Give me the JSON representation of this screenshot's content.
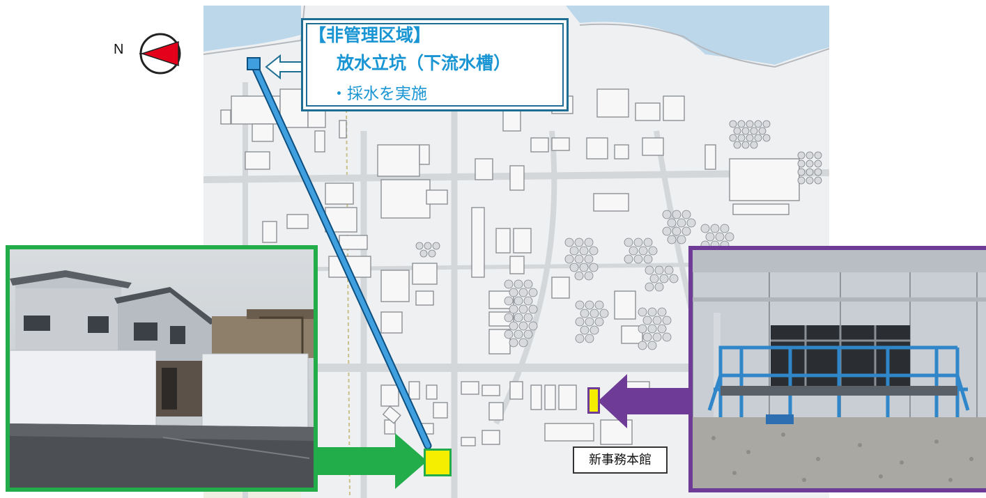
{
  "compass": {
    "label": "N"
  },
  "callout": {
    "line1": "【非管理区域】",
    "line2": "放水立坑（下流水槽）",
    "line3": "・採水を実施"
  },
  "building_label": "新事務本館",
  "colors": {
    "callout_text": "#1a95d3",
    "callout_border": "#1e6e93",
    "green_arrow": "#22ad4a",
    "purple_arrow": "#6e3b96",
    "marker_yellow": "#f6ee00",
    "blue_arrow": "#3f9fdf",
    "compass_red": "#e4001b"
  },
  "icons": [
    "compass-icon",
    "right-arrow-icon",
    "left-arrow-icon",
    "location-marker-icon"
  ]
}
